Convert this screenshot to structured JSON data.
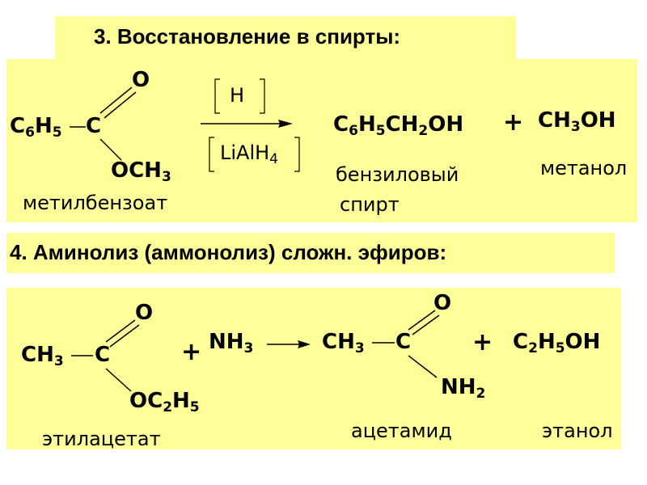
{
  "section3": {
    "heading": "3. Восстановление в спирты:",
    "reactant": {
      "c6h5_main": "C",
      "c6h5_s1": "6",
      "c6h5_h": "H",
      "c6h5_s2": "5",
      "carbon": "C",
      "oxygen": "O",
      "och3_main": "OCH",
      "och3_sub": "3",
      "name": "метилбензоат"
    },
    "reagent_top": "H",
    "reagent_bottom_main": "LiAlH",
    "reagent_bottom_sub": "4",
    "product1": {
      "p1": "C",
      "s1": "6",
      "p2": "H",
      "s2": "5",
      "p3": "CH",
      "s3": "2",
      "p4": "OH",
      "name_line1": "бензиловый",
      "name_line2": "спирт"
    },
    "plus": "+",
    "product2": {
      "p1": "CH",
      "s1": "3",
      "p2": "OH",
      "name": "метанол"
    }
  },
  "section4": {
    "heading": "4. Аминолиз (аммонолиз) сложн. эфиров:",
    "reactant": {
      "ch3_main": "CH",
      "ch3_sub": "3",
      "carbon": "C",
      "oxygen": "O",
      "oc2h5_p1": "OC",
      "oc2h5_s1": "2",
      "oc2h5_p2": "H",
      "oc2h5_s2": "5",
      "name": "этилацетат"
    },
    "plus1": "+",
    "nh3_main": "NH",
    "nh3_sub": "3",
    "product1": {
      "ch3_main": "CH",
      "ch3_sub": "3",
      "carbon": "C",
      "oxygen": "O",
      "nh2_main": "NH",
      "nh2_sub": "2",
      "name": "ацетамид"
    },
    "plus2": "+",
    "product2": {
      "p1": "C",
      "s1": "2",
      "p2": "H",
      "s2": "5",
      "p3": "OH",
      "name": "этанол"
    }
  }
}
